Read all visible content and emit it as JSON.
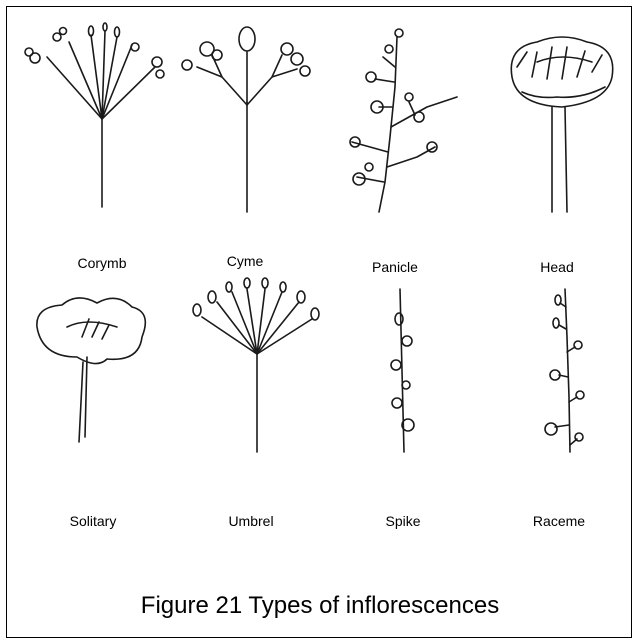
{
  "labels": {
    "corymb": "Corymb",
    "cyme": "Cyme",
    "panicle": "Panicle",
    "head": "Head",
    "solitary": "Solitary",
    "umbrel": "Umbrel",
    "spike": "Spike",
    "raceme": "Raceme"
  },
  "caption": "Figure 21 Types of inflorescences"
}
